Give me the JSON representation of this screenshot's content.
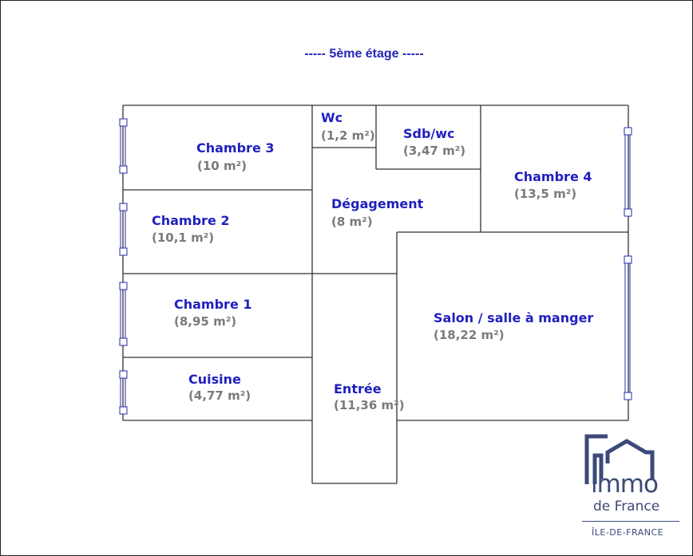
{
  "plan": {
    "floor_label": "-----   5ème étage   -----",
    "rooms": [
      {
        "id": "chambre3",
        "name": "Chambre 3",
        "area": "(10 m²)"
      },
      {
        "id": "wc",
        "name": "Wc",
        "area": "(1,2 m²)"
      },
      {
        "id": "sdb",
        "name": "Sdb/wc",
        "area": "(3,47 m²)"
      },
      {
        "id": "chambre4",
        "name": "Chambre 4",
        "area": "(13,5 m²)"
      },
      {
        "id": "chambre2",
        "name": "Chambre 2",
        "area": "(10,1 m²)"
      },
      {
        "id": "degagement",
        "name": "Dégagement",
        "area": "(8 m²)"
      },
      {
        "id": "chambre1",
        "name": "Chambre 1",
        "area": "(8,95 m²)"
      },
      {
        "id": "salon",
        "name": "Salon / salle à manger",
        "area": "(18,22 m²)"
      },
      {
        "id": "cuisine",
        "name": "Cuisine",
        "area": "(4,77 m²)"
      },
      {
        "id": "entree",
        "name": "Entrée",
        "area": "(11,36 m²)"
      }
    ]
  },
  "logo": {
    "brand": "immo",
    "brand_sub": "de France",
    "region": "ÎLE-DE-FRANCE",
    "colors": {
      "primary": "#3b4a78",
      "accent": "#e8414a"
    }
  },
  "colors": {
    "room_name": "#1f1fbf",
    "room_area": "#7a7a7a",
    "walls": "#333333",
    "windows": "#2a2ab0"
  }
}
